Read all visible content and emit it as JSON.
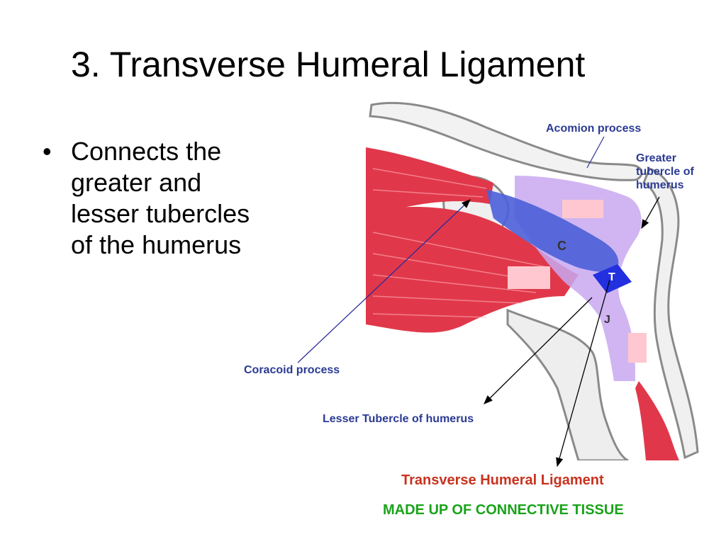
{
  "slide": {
    "title": "3. Transverse Humeral Ligament",
    "bullet_marker": "•",
    "bullet_text": "Connects the greater and lesser tubercles of the humerus"
  },
  "diagram": {
    "labels": {
      "acromion": "Acomion process",
      "greater_tubercle": "Greater tubercle of humerus",
      "coracoid": "Coracoid process",
      "lesser_tubercle": "Lesser Tubercle of humerus"
    },
    "letters": {
      "c": "C",
      "t": "T",
      "j": "J"
    },
    "caption_main": "Transverse Humeral Ligament",
    "caption_sub": "MADE UP OF CONNECTIVE TISSUE"
  },
  "colors": {
    "label_blue": "#2b3a94",
    "caption_red": "#c8321e",
    "caption_green": "#1aa31a",
    "muscle_red": "#e0384a",
    "ligament_blue": "#4a5fd8",
    "capsule_lavender": "#c8a8f0",
    "bone_gray": "#9a9a9a",
    "patch_pink": "#ffc8d0"
  }
}
